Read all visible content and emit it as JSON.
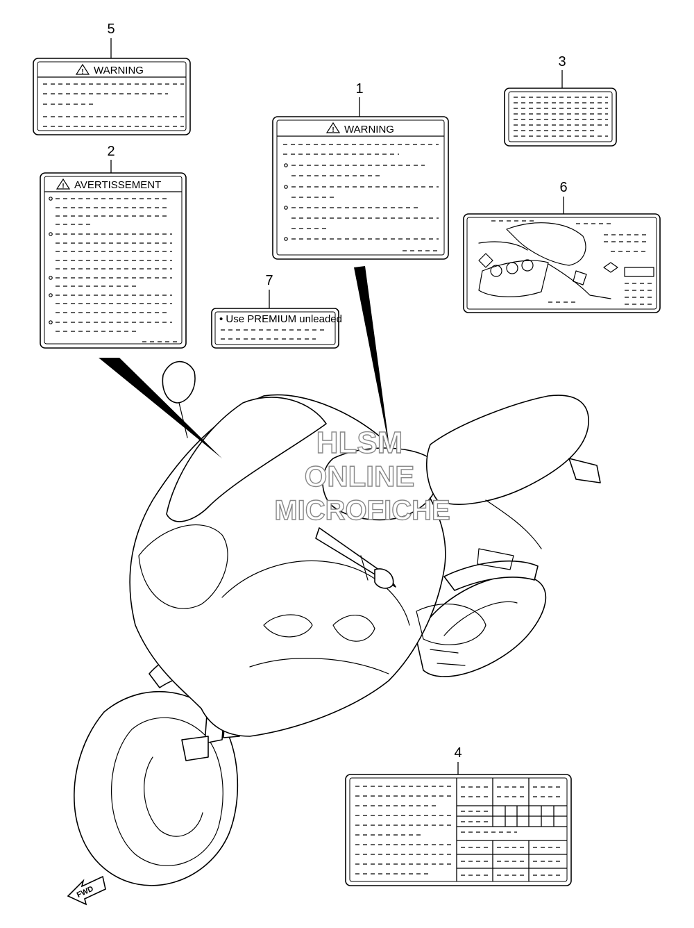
{
  "callouts": [
    "1",
    "2",
    "3",
    "4",
    "5",
    "6",
    "7"
  ],
  "labels": {
    "l1": {
      "title": "WARNING"
    },
    "l2": {
      "title": "AVERTISSEMENT"
    },
    "l5": {
      "title": "WARNING"
    },
    "l7": {
      "text": "• Use PREMIUM unleaded"
    }
  },
  "watermark": {
    "line1": "HLSM",
    "line2": "ONLINE",
    "line3": "MICROFICHE"
  },
  "fwd": "FWD"
}
